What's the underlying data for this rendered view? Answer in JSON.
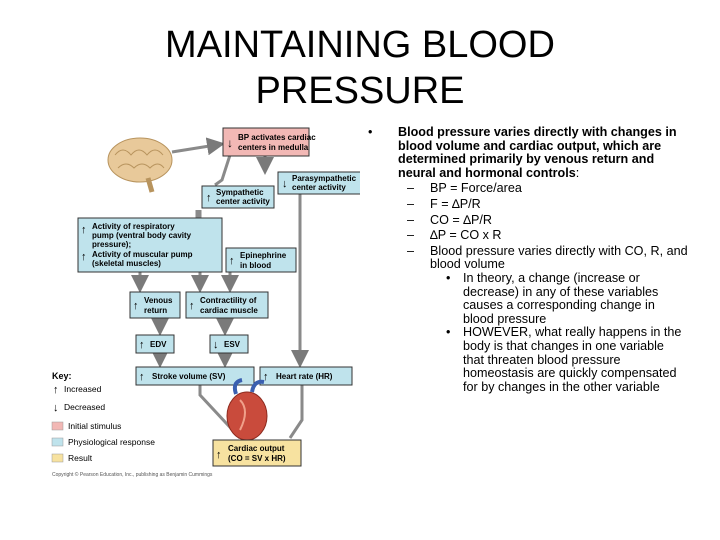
{
  "slide": {
    "title_line1": "MAINTAINING BLOOD",
    "title_line2": "PRESSURE"
  },
  "bullets": {
    "main_marker": "•",
    "main_text_a": "Blood pressure varies directly with changes in blood volume and cardiac output, which are determined primarily by venous return and neural and hormonal controls",
    "main_text_b": ":",
    "sub_marker": "–",
    "sub_items": [
      "BP = Force/area",
      "F = ∆P/R",
      "CO = ∆P/R",
      "∆P = CO x R",
      "Blood pressure varies directly with CO, R, and blood volume"
    ],
    "subsub_marker": "•",
    "subsub_items": [
      "In theory, a change (increase or decrease) in any of these variables causes a corresponding change in blood pressure",
      "HOWEVER, what really happens in the body is that changes in one variable that threaten blood pressure homeostasis are quickly compensated for by changes in the other variable"
    ]
  },
  "diagram": {
    "boxes": {
      "bp": [
        "BP activates cardiac",
        "centers in medulla"
      ],
      "para": [
        "Parasympathetic",
        "center activity"
      ],
      "symp": [
        "Sympathetic",
        "center activity"
      ],
      "resp": [
        "Activity of respiratory",
        "pump (ventral body cavity",
        "pressure);",
        "Activity of muscular pump",
        "(skeletal muscles)"
      ],
      "epi": [
        "Epinephrine",
        "in blood"
      ],
      "venous": [
        "Venous",
        "return"
      ],
      "contract": [
        "Contractility of",
        "cardiac muscle"
      ],
      "edv": "EDV",
      "esv": "ESV",
      "sv": "Stroke volume (SV)",
      "hr": "Heart rate (HR)",
      "co": [
        "Cardiac output",
        "(CO = SV x HR)"
      ]
    },
    "key": {
      "title": "Key:",
      "increased": "Increased",
      "decreased": "Decreased",
      "initial": "Initial stimulus",
      "physio": "Physiological response",
      "result": "Result"
    },
    "copyright": "Copyright © Pearson Education, Inc., publishing as Benjamin Cummings",
    "colors": {
      "initial": "#f2b8b5",
      "physio": "#bfe3ec",
      "result": "#f7e2a0",
      "arrow": "#7a7a7a"
    }
  }
}
